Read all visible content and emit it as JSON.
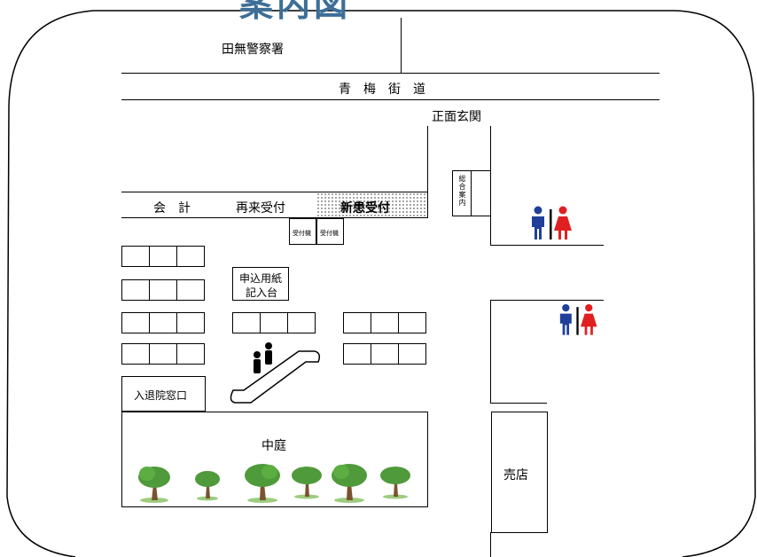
{
  "title": "案内図",
  "labels": {
    "police": "田無警察署",
    "street": "青　梅　街　道",
    "main_entrance": "正面玄関",
    "info_desk": "総合案内",
    "cashier": "会　計",
    "revisit_reception": "再来受付",
    "new_patient_reception": "新患受付",
    "machine_1": "受付機",
    "machine_2": "受付機",
    "form_desk_line1": "申込用紙",
    "form_desk_line2": "記入台",
    "admission_window": "入退院窓口",
    "courtyard": "中庭",
    "shop": "売店"
  },
  "colors": {
    "title": "#3d6e98",
    "restroom_male": "#1f3f9a",
    "restroom_female": "#e02020",
    "tree_canopy": "#4f9a3a",
    "tree_trunk": "#7a5230"
  },
  "icons": [
    "restroom-icon",
    "escalator-icon",
    "tree-icon"
  ]
}
